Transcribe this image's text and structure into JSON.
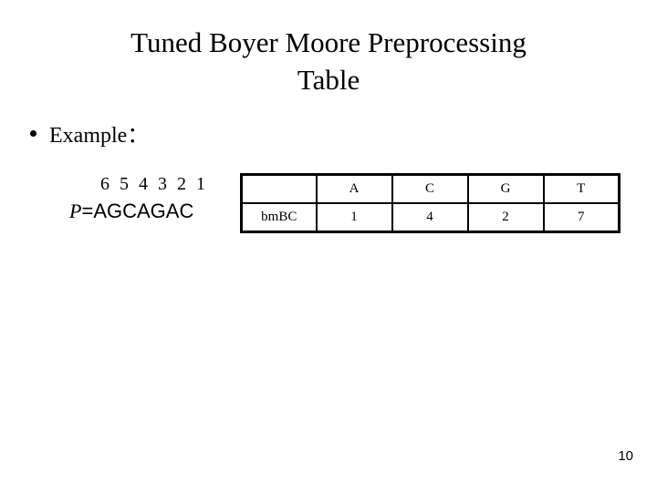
{
  "slide": {
    "title_line1": "Tuned Boyer Moore Preprocessing",
    "title_line2": "Table",
    "page_number": "10",
    "background_color": "#ffffff",
    "text_color": "#000000"
  },
  "content": {
    "bullet_label": "Example：",
    "pattern": {
      "indices": "6 5 4 3 2 1",
      "variable": "P",
      "equals": "=",
      "value": "AGCAGAC"
    }
  },
  "table": {
    "row_label": "bmBC",
    "corner_label": "",
    "headers": [
      "A",
      "C",
      "G",
      "T"
    ],
    "values": [
      "1",
      "4",
      "2",
      "7"
    ]
  }
}
